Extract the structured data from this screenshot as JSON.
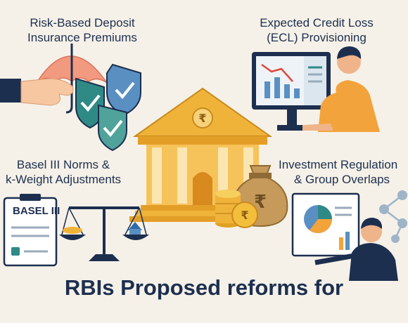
{
  "labels": {
    "top_left": [
      "Risk-Based Deposit",
      "Insurance Premiums"
    ],
    "top_right": [
      "Expected Credit Loss",
      "(ECL) Provisioning"
    ],
    "mid_left": [
      "Basel III Norms &",
      "k-Weight Adjustments"
    ],
    "mid_right": [
      "Investment Regulation",
      "& Group Overlaps"
    ]
  },
  "clipboard_label": "BASEL III",
  "currency_symbol": "₹",
  "footer": "RBIs Proposed reforms for",
  "colors": {
    "navy": "#1d2f4f",
    "teal": "#2f8a86",
    "gold": "#f0b33a",
    "orange": "#f39a35",
    "background": "#f5f1e8"
  },
  "icons": [
    "umbrella-icon",
    "shield-check-icon",
    "monitor-chart-icon",
    "bank-icon",
    "money-bag-icon",
    "coin-stack-icon",
    "balance-scale-icon",
    "clipboard-icon",
    "pie-chart-board-icon",
    "network-icon"
  ]
}
